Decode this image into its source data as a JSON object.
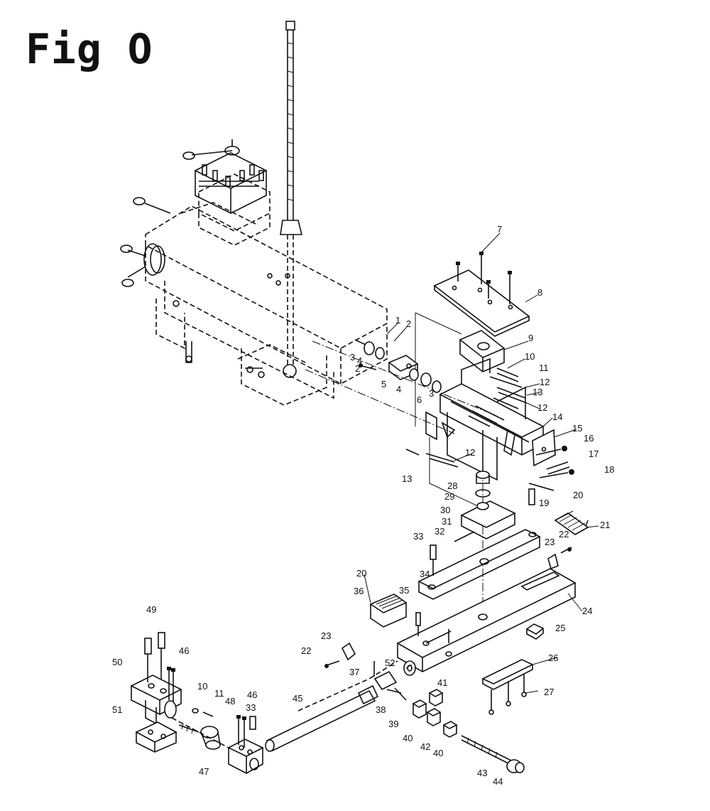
{
  "title": "Fig O",
  "callouts": [
    {
      "id": "c1",
      "label": "1"
    },
    {
      "id": "c2a",
      "label": "2"
    },
    {
      "id": "c2b",
      "label": "2"
    },
    {
      "id": "c3a",
      "label": "3"
    },
    {
      "id": "c3b",
      "label": "3"
    },
    {
      "id": "c4a",
      "label": "4"
    },
    {
      "id": "c4b",
      "label": "4"
    },
    {
      "id": "c5",
      "label": "5"
    },
    {
      "id": "c6",
      "label": "6"
    },
    {
      "id": "c7",
      "label": "7"
    },
    {
      "id": "c8",
      "label": "8"
    },
    {
      "id": "c9",
      "label": "9"
    },
    {
      "id": "c10a",
      "label": "10"
    },
    {
      "id": "c10b",
      "label": "10"
    },
    {
      "id": "c11a",
      "label": "11"
    },
    {
      "id": "c11b",
      "label": "11"
    },
    {
      "id": "c12a",
      "label": "12"
    },
    {
      "id": "c12b",
      "label": "12"
    },
    {
      "id": "c12c",
      "label": "12"
    },
    {
      "id": "c13a",
      "label": "13"
    },
    {
      "id": "c13b",
      "label": "13"
    },
    {
      "id": "c14",
      "label": "14"
    },
    {
      "id": "c15",
      "label": "15"
    },
    {
      "id": "c16",
      "label": "16"
    },
    {
      "id": "c17",
      "label": "17"
    },
    {
      "id": "c18",
      "label": "18"
    },
    {
      "id": "c19",
      "label": "19"
    },
    {
      "id": "c20a",
      "label": "20"
    },
    {
      "id": "c20b",
      "label": "20"
    },
    {
      "id": "c21",
      "label": "21"
    },
    {
      "id": "c22a",
      "label": "22"
    },
    {
      "id": "c22b",
      "label": "22"
    },
    {
      "id": "c23a",
      "label": "23"
    },
    {
      "id": "c23b",
      "label": "23"
    },
    {
      "id": "c24",
      "label": "24"
    },
    {
      "id": "c25",
      "label": "25"
    },
    {
      "id": "c26",
      "label": "26"
    },
    {
      "id": "c27",
      "label": "27"
    },
    {
      "id": "c28",
      "label": "28"
    },
    {
      "id": "c29",
      "label": "29"
    },
    {
      "id": "c30",
      "label": "30"
    },
    {
      "id": "c31",
      "label": "31"
    },
    {
      "id": "c32",
      "label": "32"
    },
    {
      "id": "c33a",
      "label": "33"
    },
    {
      "id": "c33b",
      "label": "33"
    },
    {
      "id": "c34",
      "label": "34"
    },
    {
      "id": "c35",
      "label": "35"
    },
    {
      "id": "c36",
      "label": "36"
    },
    {
      "id": "c37",
      "label": "37"
    },
    {
      "id": "c38",
      "label": "38"
    },
    {
      "id": "c39",
      "label": "39"
    },
    {
      "id": "c40a",
      "label": "40"
    },
    {
      "id": "c40b",
      "label": "40"
    },
    {
      "id": "c41",
      "label": "41"
    },
    {
      "id": "c42",
      "label": "42"
    },
    {
      "id": "c43",
      "label": "43"
    },
    {
      "id": "c44",
      "label": "44"
    },
    {
      "id": "c45",
      "label": "45"
    },
    {
      "id": "c46a",
      "label": "46"
    },
    {
      "id": "c46b",
      "label": "46"
    },
    {
      "id": "c47",
      "label": "47"
    },
    {
      "id": "c48",
      "label": "48"
    },
    {
      "id": "c49",
      "label": "49"
    },
    {
      "id": "c50",
      "label": "50"
    },
    {
      "id": "c51",
      "label": "51"
    },
    {
      "id": "c52",
      "label": "52"
    }
  ]
}
